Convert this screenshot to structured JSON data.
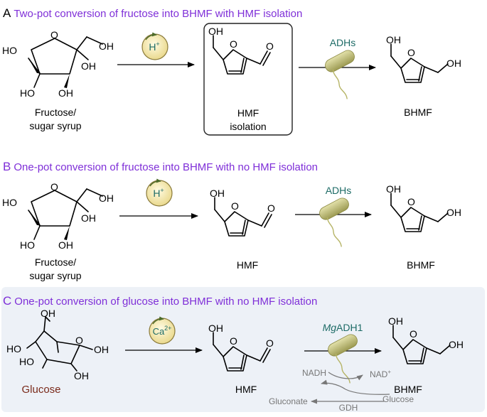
{
  "colors": {
    "heading": "#7f2fd8",
    "enzyme": "#1d6b66",
    "glucose": "#7a2a1a",
    "panel_c_bg": "#edf1f7",
    "bacterium": "#c0be7a",
    "catalyst_fill": "#f7ecb0",
    "cycle": "#777777"
  },
  "panel_a": {
    "letter": "A",
    "title": "Two-pot conversion of fructose into BHMF with HMF isolation",
    "catalyst": "H",
    "catalyst_sup": "+",
    "enzyme": "ADHs",
    "substrate_line1": "Fructose/",
    "substrate_line2": "sugar syrup",
    "intermediate_line1": "HMF",
    "intermediate_line2": "isolation",
    "product": "BHMF"
  },
  "panel_b": {
    "letter": "B",
    "title": "One-pot conversion of fructose into BHMF with no HMF isolation",
    "catalyst": "H",
    "catalyst_sup": "+",
    "enzyme": "ADHs",
    "substrate_line1": "Fructose/",
    "substrate_line2": "sugar syrup",
    "intermediate": "HMF",
    "product": "BHMF"
  },
  "panel_c": {
    "letter": "C",
    "title": "One-pot conversion of glucose into BHMF with no HMF isolation",
    "catalyst": "Ca",
    "catalyst_sup": "2+",
    "enzyme_italic": "Mg",
    "enzyme_rest": "ADH1",
    "substrate": "Glucose",
    "intermediate": "HMF",
    "product": "BHMF",
    "cofactor_reduced": "NADH",
    "cofactor_oxidized": "NAD",
    "cofactor_oxidized_sup": "+",
    "cosubstrate": "Glucose",
    "coproduct": "Gluconate",
    "regen_enzyme": "GDH"
  },
  "atoms": {
    "oh": "OH",
    "ho": "HO",
    "o": "O"
  }
}
